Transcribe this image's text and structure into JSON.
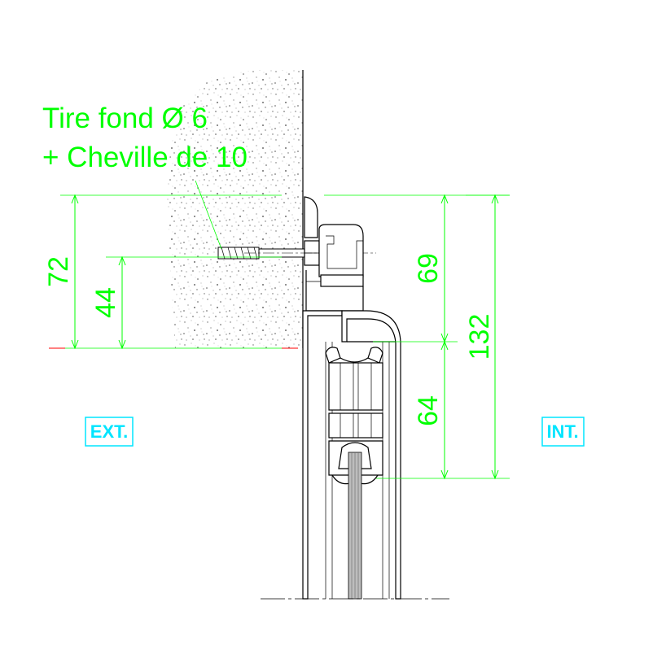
{
  "annotation": {
    "line1": "Tire fond Ø 6",
    "line2": "+ Cheville de 10"
  },
  "dimensions": {
    "left_total": "72",
    "left_axis": "44",
    "right_upper": "69",
    "right_lower": "64",
    "right_total": "132"
  },
  "zones": {
    "exterior": "EXT.",
    "interior": "INT."
  },
  "colors": {
    "dimension": "#00ff00",
    "zone_label": "#00e5ff",
    "profile": "#000000",
    "baseline_red": "#ff0000"
  }
}
